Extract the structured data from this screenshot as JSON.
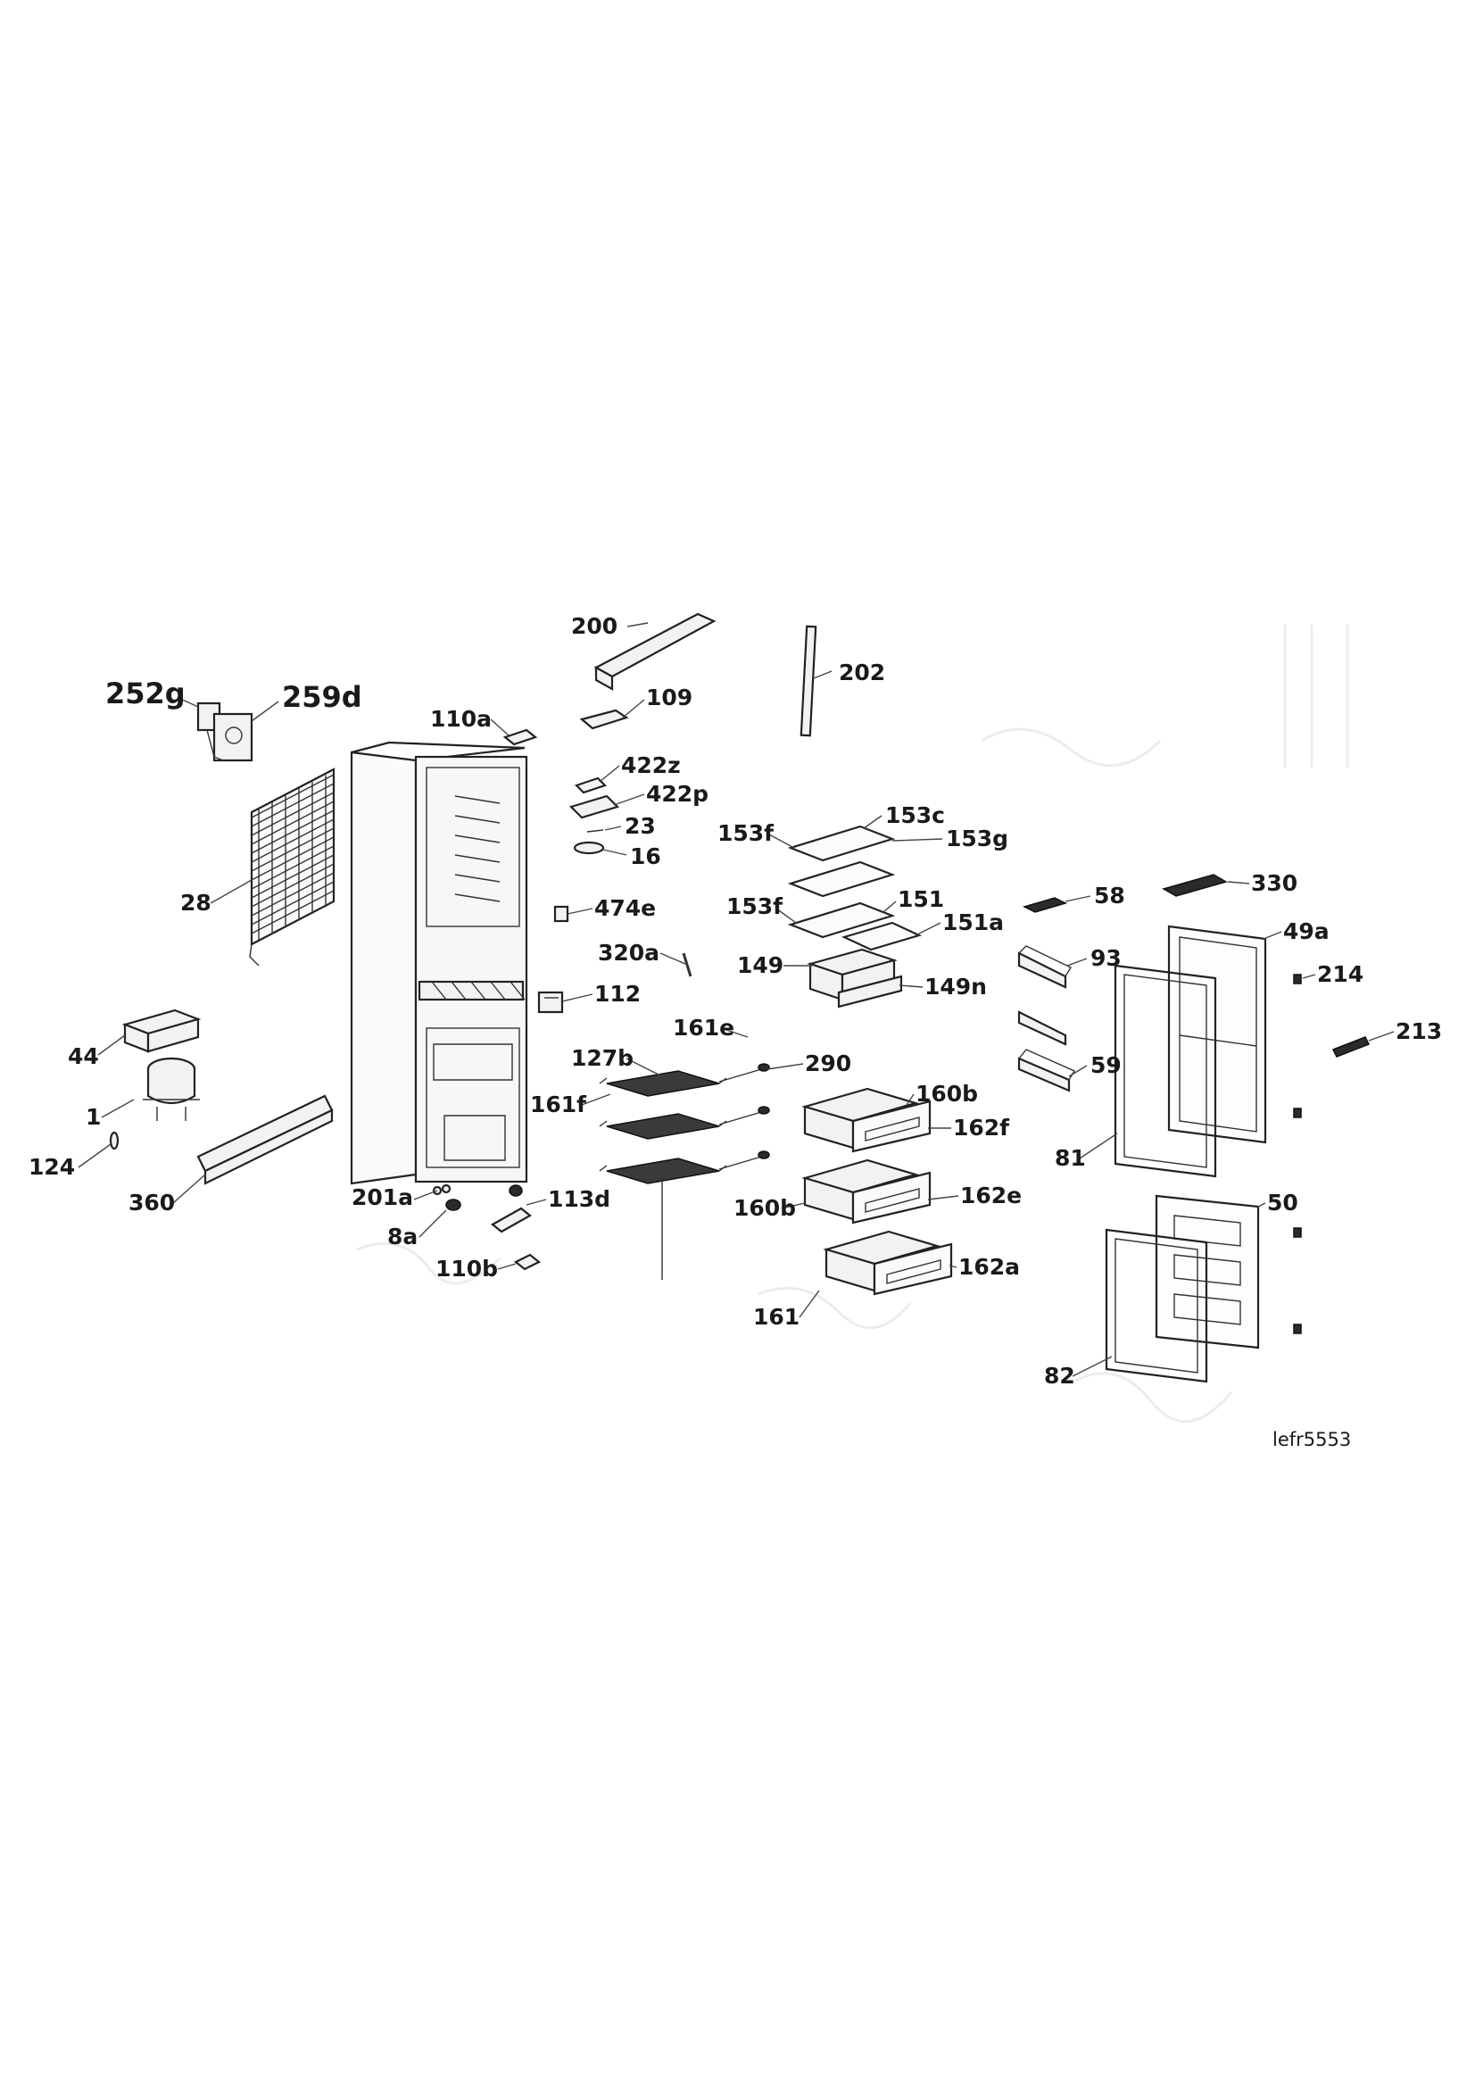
{
  "diagram": {
    "reference_code": "lefr5553",
    "parts": {
      "p200": "200",
      "p202": "202",
      "p109": "109",
      "p110a": "110a",
      "p252g": "252g",
      "p259d": "259d",
      "p422z": "422z",
      "p422p": "422p",
      "p23": "23",
      "p16": "16",
      "p28": "28",
      "p474e": "474e",
      "p320a": "320a",
      "p112": "112",
      "p44": "44",
      "p1": "1",
      "p124": "124",
      "p360": "360",
      "p201a": "201a",
      "p8a": "8a",
      "p113d": "113d",
      "p110b": "110b",
      "p153f_a": "153f",
      "p153c": "153c",
      "p153g": "153g",
      "p153f_b": "153f",
      "p151": "151",
      "p151a": "151a",
      "p149": "149",
      "p149n": "149n",
      "p161e": "161e",
      "p127b": "127b",
      "p290": "290",
      "p161f": "161f",
      "p160b_a": "160b",
      "p162f": "162f",
      "p160b_b": "160b",
      "p162e": "162e",
      "p161": "161",
      "p162a": "162a",
      "p58": "58",
      "p330": "330",
      "p49a": "49a",
      "p93": "93",
      "p214": "214",
      "p213": "213",
      "p59": "59",
      "p81": "81",
      "p50": "50",
      "p82": "82"
    }
  }
}
